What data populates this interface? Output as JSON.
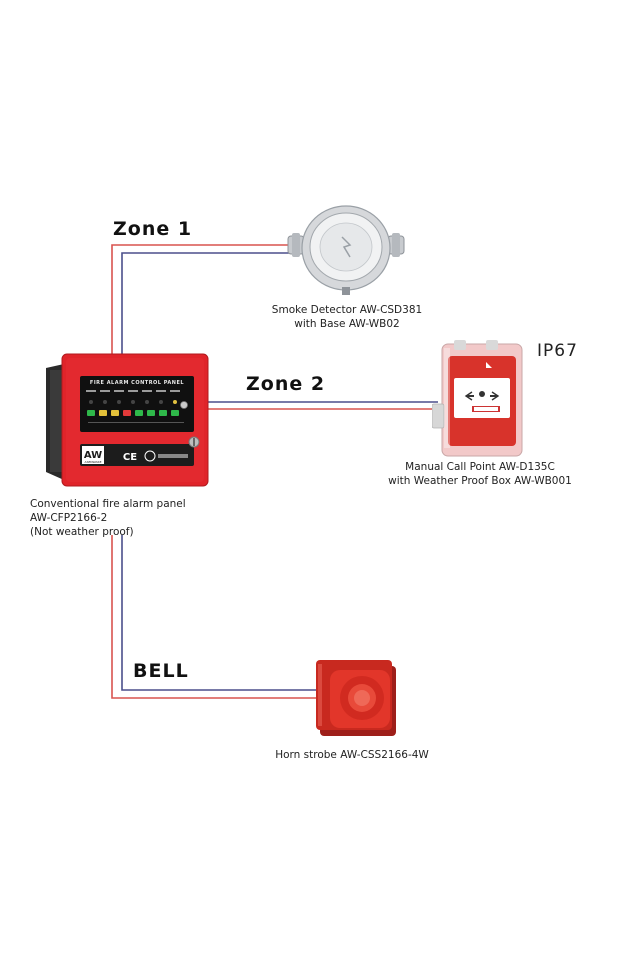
{
  "zones": {
    "zone1": "Zone 1",
    "zone2": "Zone 2",
    "bell": "BELL"
  },
  "devices": {
    "smoke_detector": {
      "line1": "Smoke Detector AW-CSD381",
      "line2": "with Base AW-WB02"
    },
    "call_point": {
      "line1": "Manual Call Point AW-D135C",
      "line2": "with Weather Proof Box AW-WB001",
      "rating": "IP67"
    },
    "panel": {
      "line1": "Conventional fire alarm panel",
      "line2": "AW-CFP2166-2",
      "line3": "(Not weather proof)",
      "display_title": "FIRE ALARM CONTROL PANEL",
      "logo": "AW",
      "logo_sub": "ASENWARE",
      "ce_mark": "CE"
    },
    "horn_strobe": {
      "line1": "Horn strobe AW-CSS2166-4W"
    }
  },
  "colors": {
    "wire_red": "#d9534f",
    "wire_blue": "#4b4f8c",
    "panel_red": "#e0242a",
    "device_red": "#d8332b"
  }
}
